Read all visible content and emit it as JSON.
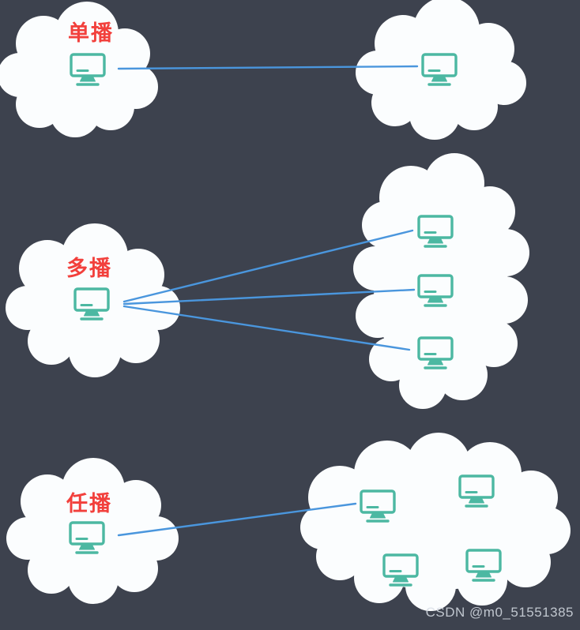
{
  "diagram": {
    "type": "network-cast-diagram",
    "sections": [
      {
        "id": "unicast",
        "label": "单播",
        "source_count": 1,
        "target_count": 1,
        "link_count": 1
      },
      {
        "id": "multicast",
        "label": "多播",
        "source_count": 1,
        "target_count": 3,
        "link_count": 3
      },
      {
        "id": "anycast",
        "label": "任播",
        "source_count": 1,
        "target_count": 4,
        "link_count": 1
      }
    ]
  },
  "watermark": "CSDN @m0_51551385",
  "colors": {
    "background": "#3d424e",
    "cloud": "#fbfdfe",
    "line": "#4a96dd",
    "monitor": "#4cb8a2",
    "label": "#f2403c",
    "watermark": "#d7dde5"
  },
  "icons": {
    "computer": "monitor-icon"
  }
}
